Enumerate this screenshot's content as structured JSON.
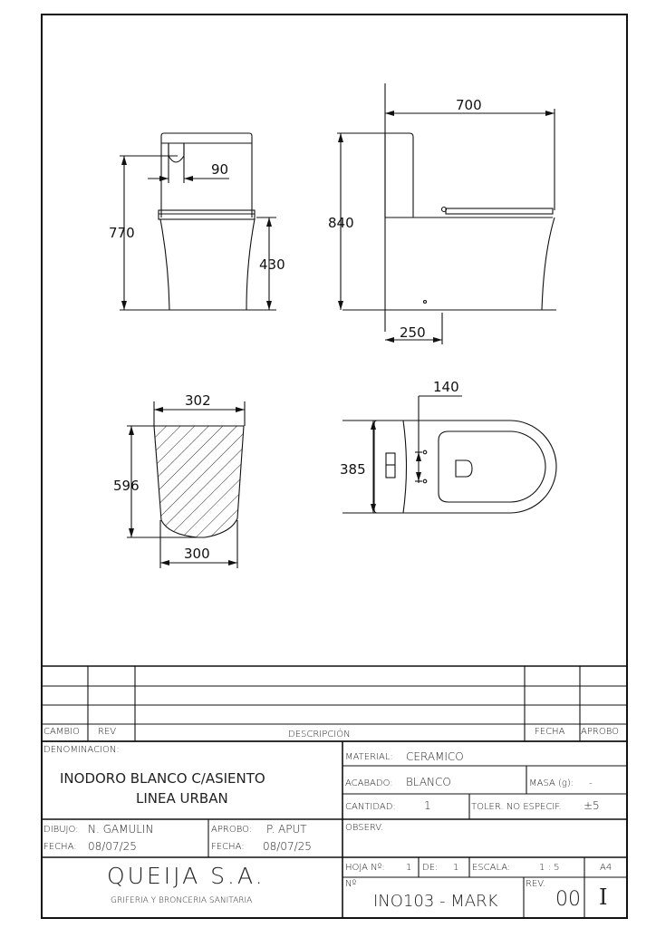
{
  "dimensions": {
    "front_height_total": "770",
    "front_seat_height": "430",
    "front_button_width": "90",
    "side_height": "840",
    "side_length": "700",
    "side_outlet": "250",
    "section_top_width": "302",
    "section_height": "596",
    "section_bottom_width": "300",
    "plan_width": "385",
    "plan_seat_holes": "140"
  },
  "revision_table": {
    "headers": {
      "change": "CAMBIO",
      "rev": "REV",
      "description": "DESCRIPCIÓN",
      "date": "FECHA",
      "approved": "APROBO"
    }
  },
  "title_block": {
    "denomination_label": "DENOMINACION:",
    "denomination_line1": "INODORO BLANCO C/ASIENTO",
    "denomination_line2": "LINEA URBAN",
    "material_label": "MATERIAL:",
    "material_value": "CERAMICO",
    "finish_label": "ACABADO:",
    "finish_value": "BLANCO",
    "mass_label": "MASA (g):",
    "mass_value": "-",
    "quantity_label": "CANTIDAD:",
    "quantity_value": "1",
    "tolerance_label": "TOLER. NO ESPECIF.",
    "tolerance_value": "±5",
    "drawn_label": "DIBUJO:",
    "drawn_value": "N. GAMULIN",
    "drawn_date_label": "FECHA:",
    "drawn_date_value": "08/07/25",
    "approved_label": "APROBO:",
    "approved_value": "P. APUT",
    "approved_date_label": "FECHA:",
    "approved_date_value": "08/07/25",
    "observ_label": "OBSERV.",
    "company_name": "QUEIJA S.A.",
    "company_tagline": "GRIFERIA Y BRONCERIA SANITARIA",
    "sheet_label": "HOJA Nº:",
    "sheet_value": "1",
    "of_label": "DE:",
    "of_value": "1",
    "scale_label": "ESCALA:",
    "scale_value": "1 : 5",
    "paper_size": "A4",
    "number_label": "Nº",
    "number_value": "INO103 - MARK",
    "rev_label": "REV.",
    "rev_value": "00",
    "format_mark": "I"
  }
}
